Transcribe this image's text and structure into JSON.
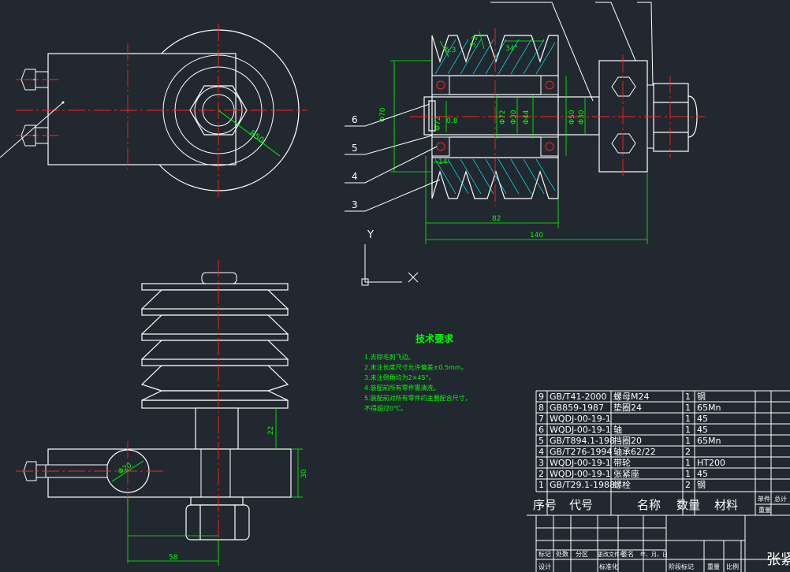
{
  "colors": {
    "background": "#212830",
    "outline": "#ffffff",
    "centerline": "#ff2020",
    "dimension": "#00ff00",
    "hatch": "#00ffff",
    "notes": "#00ff00",
    "table": "#ffffff",
    "ucs": "#ffffff"
  },
  "ucs": {
    "x_label": "X",
    "y_label": "Y"
  },
  "dimensions": {
    "r50": "R50",
    "phi20": "Φ20",
    "d63": "6.3",
    "d32": "3.2",
    "d34": "34°",
    "d70": "Φ70",
    "d82": "82",
    "d140": "140",
    "d14": "14",
    "d08": "0.8",
    "phi72a": "Φ72",
    "phi72b": "Φ72",
    "phi30a": "Φ30",
    "phi44": "Φ44",
    "phi50": "Φ50",
    "phi30b": "Φ30",
    "d22": "22",
    "d30": "30",
    "d58": "58"
  },
  "balloons": [
    "6",
    "5",
    "4",
    "3"
  ],
  "tech_requirements": {
    "title": "技术要求",
    "items": [
      "1.去除毛刺飞边。",
      "2.未注长度尺寸允许偏差±0.5mm。",
      "3.未注倒角均为2×45°。",
      "4.装配前所有零件需清洗。",
      "5.装配前对所有零件的主要配合尺寸，",
      "不得超过0℃。"
    ]
  },
  "bom": {
    "rows": [
      {
        "no": "9",
        "code": "GB/T41-2000",
        "name": "螺母M24",
        "qty": "1",
        "material": "钢"
      },
      {
        "no": "8",
        "code": "GB859-1987",
        "name": "垫圈24",
        "qty": "1",
        "material": "65Mn"
      },
      {
        "no": "7",
        "code": "WQDJ-00-19-1",
        "name": "",
        "qty": "1",
        "material": "45"
      },
      {
        "no": "6",
        "code": "WQDJ-00-19-1",
        "name": "轴",
        "qty": "1",
        "material": "45"
      },
      {
        "no": "5",
        "code": "GB/T894.1-198",
        "name": "挡圈20",
        "qty": "1",
        "material": "65Mn"
      },
      {
        "no": "4",
        "code": "GB/T276-1994",
        "name": "轴承62/22",
        "qty": "2",
        "material": ""
      },
      {
        "no": "3",
        "code": "WQDJ-00-19-1",
        "name": "带轮",
        "qty": "1",
        "material": "HT200"
      },
      {
        "no": "2",
        "code": "WQDJ-00-19-1",
        "name": "张紧座",
        "qty": "1",
        "material": "45"
      },
      {
        "no": "1",
        "code": "GB/T29.1-1988",
        "name": "螺栓",
        "qty": "2",
        "material": "钢"
      }
    ],
    "header": {
      "no": "序号",
      "code": "代号",
      "name": "名称",
      "qty": "数量",
      "material": "材料",
      "unit_weight": "单件",
      "total_weight": "总计",
      "weight": "重量"
    }
  },
  "title_block": {
    "mark": "标记",
    "count": "处数",
    "zone": "分区",
    "change_doc": "更改文件号",
    "signature": "签名",
    "date": "年、月、日",
    "design": "设计",
    "standardize": "标准化",
    "stage_mark": "阶段标记",
    "weight": "重量",
    "scale": "比例",
    "drawing_title": "张紧轮"
  }
}
